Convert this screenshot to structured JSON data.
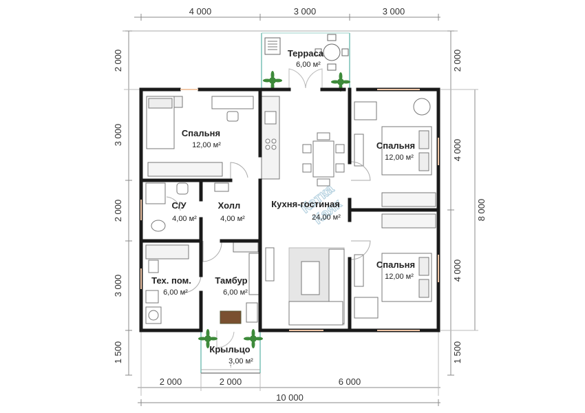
{
  "dimensions": {
    "top": [
      "4 000",
      "3 000",
      "3 000"
    ],
    "bottom_parts": [
      "2 000",
      "2 000",
      "6 000"
    ],
    "bottom_total": "10 000",
    "left": [
      "2 000",
      "3 000",
      "2 000",
      "3 000",
      "1 500"
    ],
    "right_inner": [
      "2 000",
      "4 000",
      "4 000",
      "1 500"
    ],
    "right_total": "8 000"
  },
  "rooms": {
    "terrace": {
      "name": "Терраса",
      "area": "6,00 м²"
    },
    "bedroom1": {
      "name": "Спальня",
      "area": "12,00 м²"
    },
    "bedroom2": {
      "name": "Спальня",
      "area": "12,00 м²"
    },
    "bedroom3": {
      "name": "Спальня",
      "area": "12,00 м²"
    },
    "bathroom": {
      "name": "С/У",
      "area": "4,00 м²"
    },
    "hall": {
      "name": "Холл",
      "area": "4,00 м²"
    },
    "kitchen": {
      "name": "Кухня-гостиная",
      "area": "24,00 м²"
    },
    "tech": {
      "name": "Тех. пом.",
      "area": "6,00 м²"
    },
    "vestibule": {
      "name": "Тамбур",
      "area": "6,00 м²"
    },
    "porch": {
      "name": "Крыльцо",
      "area": "3,00 м²"
    }
  },
  "watermark": {
    "line1": "Катка",
    "line2": "Каяк"
  },
  "colors": {
    "wall": "#1a1a1a",
    "dim_line": "#777777",
    "furniture": "#8a8a8a",
    "sofa_fill": "#e6e6e6",
    "plant": "#3d8a3a",
    "door_mat": "#7a5030",
    "terrace_rail": "#9ad0c8"
  }
}
